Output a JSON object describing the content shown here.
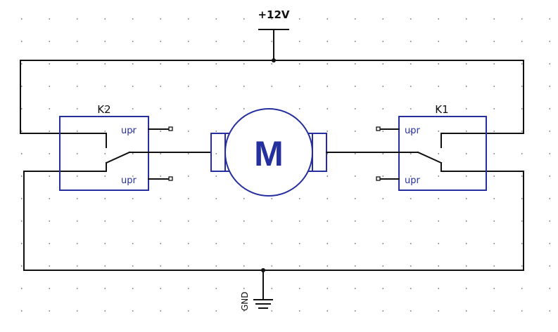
{
  "supply": {
    "label": "+12V"
  },
  "ground": {
    "label": "GND"
  },
  "motor": {
    "letter": "M"
  },
  "relay_k2": {
    "name": "K2",
    "coil_top": "upr",
    "coil_bottom": "upr"
  },
  "relay_k1": {
    "name": "K1",
    "coil_top": "upr",
    "coil_bottom": "upr"
  },
  "colors": {
    "component": "#262f9e",
    "wire": "#111111",
    "grid": "#8a8a8a"
  }
}
